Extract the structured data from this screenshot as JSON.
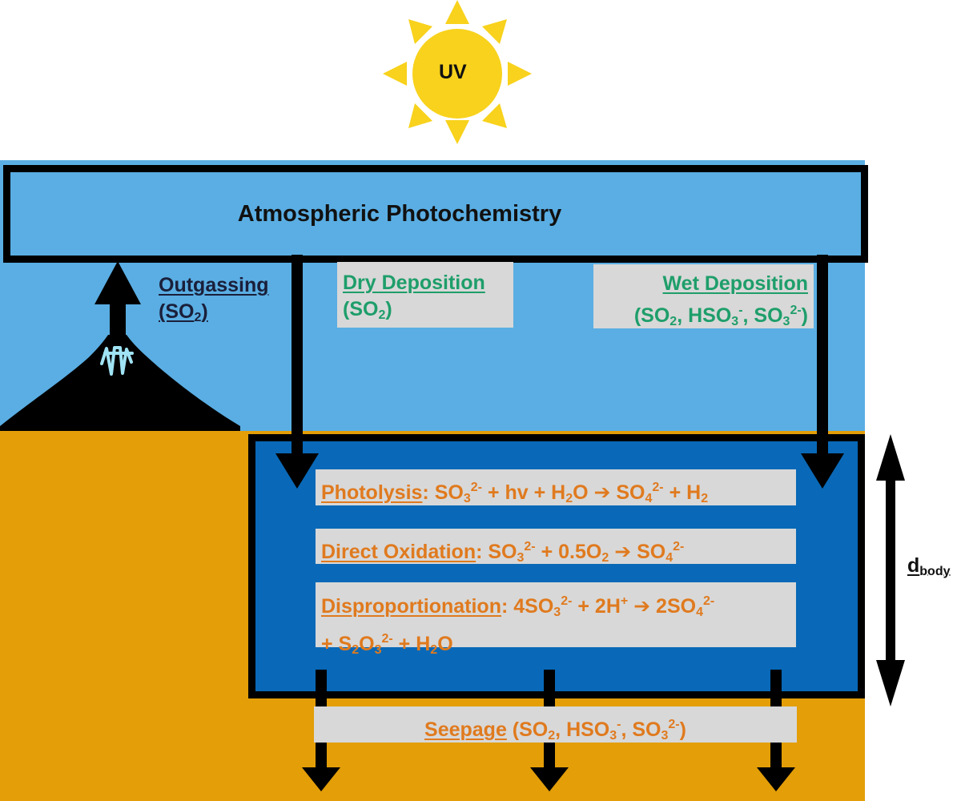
{
  "sun": {
    "label": "UV",
    "fill": "#F8D21C",
    "ray_color": "#F8D21C"
  },
  "atmosphere": {
    "title": "Atmospheric Photochemistry",
    "color": "#5AAEE3"
  },
  "outgassing": {
    "title": "Outgassing",
    "species": "(SO",
    "sub": "2",
    "close": ")"
  },
  "dry_deposition": {
    "title": "Dry Deposition",
    "species": "(SO",
    "sub": "2",
    "close": ")"
  },
  "wet_deposition": {
    "title": "Wet Deposition",
    "p1": "(SO",
    "s1": "2",
    "p2": ", HSO",
    "s2": "3",
    "sup2": "-",
    "p3": ", SO",
    "s3": "3",
    "sup3": "2-",
    "p4": ")"
  },
  "reactions": {
    "photolysis": {
      "name": "Photolysis",
      "t1": ": SO",
      "s1": "3",
      "u1": "2-",
      "t2": " + hv + H",
      "s2": "2",
      "t3": "O ➔ SO",
      "s3": "4",
      "u3": "2-",
      "t4": " + H",
      "s4": "2"
    },
    "direct_oxidation": {
      "name": "Direct Oxidation",
      "t1": ": SO",
      "s1": "3",
      "u1": "2-",
      "t2": " + 0.5O",
      "s2": "2",
      "t3": " ➔ SO",
      "s3": "4",
      "u3": "2-"
    },
    "disproportionation": {
      "name": "Disproportionation",
      "t1": ": 4SO",
      "s1": "3",
      "u1": "2-",
      "t2": " + 2H",
      "u2": "+",
      "t3": " ➔ 2SO",
      "s3": "4",
      "u3": "2-",
      "t4": "+ S",
      "s4": "2",
      "t5": "O",
      "s5": "3",
      "u5": "2-",
      "t6": " + H",
      "s6": "2",
      "t7": "O"
    }
  },
  "seepage": {
    "name": "Seepage",
    "p1": " (SO",
    "s1": "2",
    "p2": ", HSO",
    "s2": "3",
    "sup2": "-",
    "p3": ", SO",
    "s3": "3",
    "sup3": "2-",
    "p4": ")"
  },
  "depth": {
    "label": "d",
    "sub": "body"
  },
  "colors": {
    "sky": "#5AAEE3",
    "ground": "#E39E08",
    "water": "#0969B8",
    "panel": "#D8D8D8",
    "green": "#1E9E6A",
    "orange": "#E07A1E"
  }
}
